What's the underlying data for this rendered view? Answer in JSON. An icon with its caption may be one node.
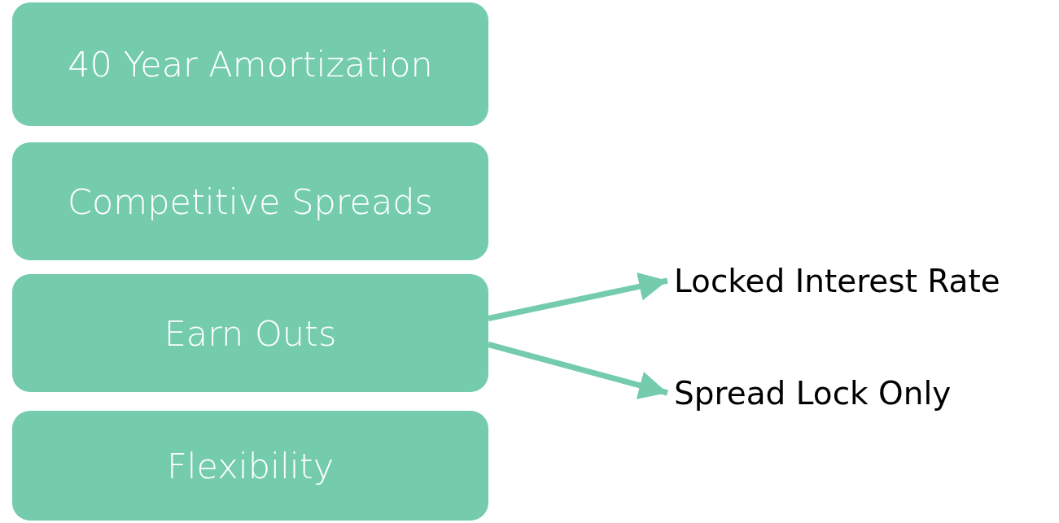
{
  "diagram": {
    "nodes": [
      {
        "text": [
          "40 Year Amortization"
        ]
      },
      {
        "text": [
          "Competitive Spreads"
        ]
      },
      {
        "text": [
          "Earn Outs"
        ]
      },
      {
        "text": [
          "Flexibility"
        ]
      },
      {
        "text": [
          "Locked Interest Rate"
        ]
      },
      {
        "text": [
          "Spread Lock Only"
        ]
      }
    ],
    "edges": [
      {
        "from": 2,
        "to": 4,
        "arrow": "to"
      },
      {
        "from": 2,
        "to": 5,
        "arrow": "to"
      }
    ]
  }
}
